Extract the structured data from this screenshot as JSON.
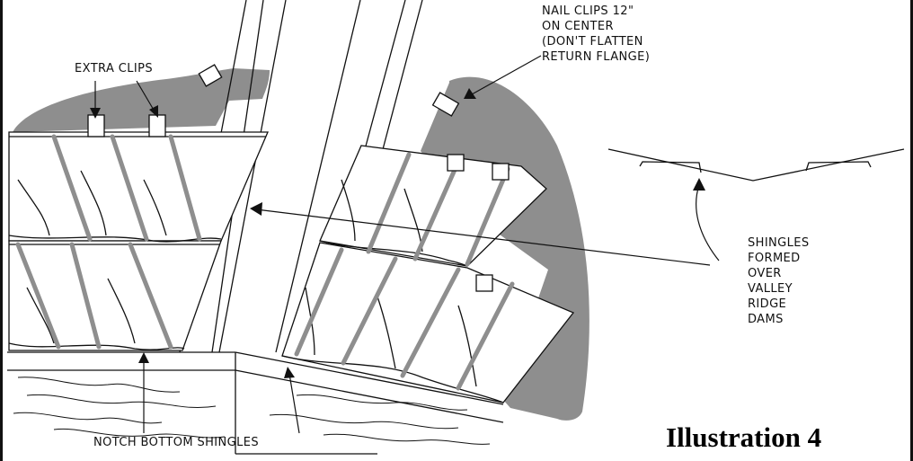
{
  "colors": {
    "background": "#ffffff",
    "line": "#111111",
    "shadow": "#8e8e8e"
  },
  "labels": {
    "extra_clips": "EXTRA CLIPS",
    "nail_clips": [
      "NAIL CLIPS 12\"",
      "ON CENTER",
      "(DON'T FLATTEN",
      "RETURN FLANGE)"
    ],
    "shingles_formed": [
      "SHINGLES",
      "FORMED",
      "OVER",
      "VALLEY",
      "RIDGE",
      "DAMS"
    ],
    "notch_bottom": "NOTCH BOTTOM SHINGLES"
  },
  "title": "Illustration 4"
}
